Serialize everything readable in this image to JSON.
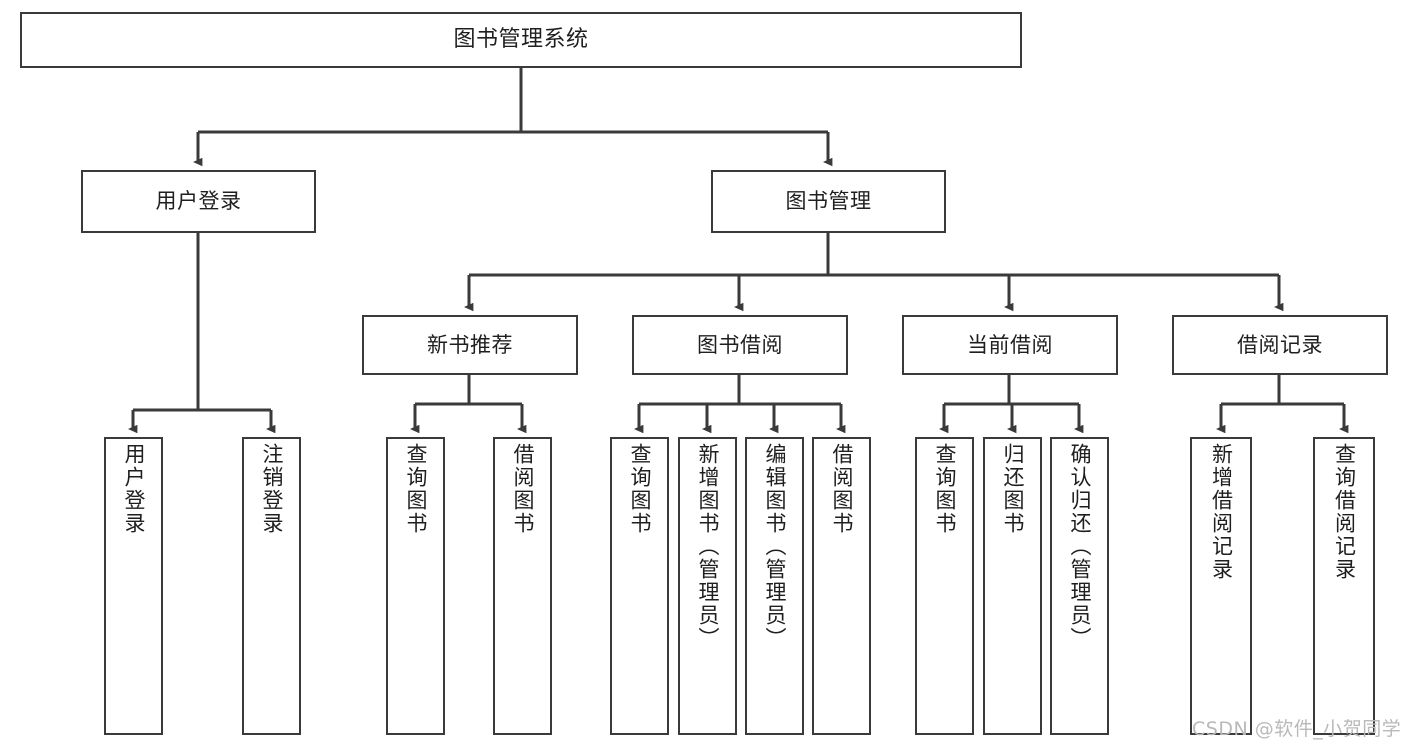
{
  "diagram": {
    "title": "图书管理系统",
    "colors": {
      "stroke": "#3a3a3a",
      "fill": "#ffffff",
      "text": "#1f1f1f",
      "watermark": "#b9b9b9"
    },
    "root": {
      "label": "图书管理系统"
    },
    "level1": [
      {
        "label": "用户登录"
      },
      {
        "label": "图书管理"
      }
    ],
    "level2": [
      {
        "label": "新书推荐"
      },
      {
        "label": "图书借阅"
      },
      {
        "label": "当前借阅"
      },
      {
        "label": "借阅记录"
      }
    ],
    "leaves": {
      "user_login": [
        {
          "label": "用户登录"
        },
        {
          "label": "注销登录"
        }
      ],
      "new_book": [
        {
          "label": "查询图书"
        },
        {
          "label": "借阅图书"
        }
      ],
      "book_borrow": [
        {
          "label": "查询图书"
        },
        {
          "label": "新增图书（管理员）"
        },
        {
          "label": "编辑图书（管理员）"
        },
        {
          "label": "借阅图书"
        }
      ],
      "current_borrow": [
        {
          "label": "查询图书"
        },
        {
          "label": "归还图书"
        },
        {
          "label": "确认归还（管理员）"
        }
      ],
      "borrow_record": [
        {
          "label": "新增借阅记录"
        },
        {
          "label": "查询借阅记录"
        }
      ]
    },
    "watermark": "CSDN @软件_小贺同学"
  }
}
